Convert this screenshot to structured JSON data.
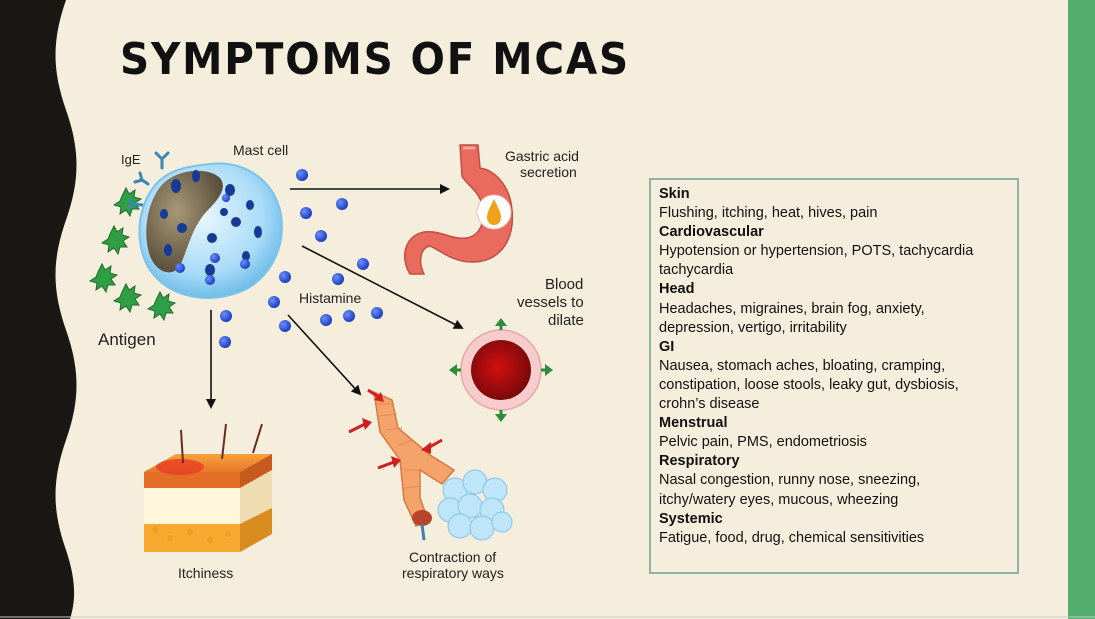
{
  "slide": {
    "title": "SYMPTOMS OF MCAS",
    "colors": {
      "background": "#f6eedc",
      "left_band": "#1a1715",
      "right_band": "#52ad6e",
      "box_border": "#8fb3a6"
    }
  },
  "diagram": {
    "labels": {
      "ige": "IgE",
      "mast_cell": "Mast cell",
      "antigen": "Antigen",
      "histamine": "Histamine",
      "gastric_1": "Gastric acid",
      "gastric_2": "secretion",
      "blood_1": "Blood",
      "blood_2": "vessels to",
      "blood_3": "dilate",
      "itchiness": "Itchiness",
      "resp_1": "Contraction of",
      "resp_2": "respiratory ways"
    }
  },
  "symptoms": [
    {
      "category": "Skin",
      "lines": [
        "Flushing, itching, heat, hives, pain"
      ]
    },
    {
      "category": "Cardiovascular",
      "lines": [
        "Hypotension or hypertension, POTS, tachycardia",
        "tachycardia"
      ]
    },
    {
      "category": "Head",
      "lines": [
        "Headaches, migraines, brain fog, anxiety,",
        "depression, vertigo, irritability"
      ]
    },
    {
      "category": "GI",
      "lines": [
        "Nausea, stomach aches, bloating, cramping,",
        "constipation, loose stools, leaky gut, dysbiosis,",
        "crohn’s disease"
      ]
    },
    {
      "category": "Menstrual",
      "lines": [
        "Pelvic pain, PMS, endometriosis"
      ]
    },
    {
      "category": "Respiratory",
      "lines": [
        "Nasal congestion, runny nose, sneezing,",
        "itchy/watery eyes, mucous, wheezing"
      ]
    },
    {
      "category": "Systemic",
      "lines": [
        "Fatigue, food, drug, chemical sensitivities"
      ]
    }
  ]
}
